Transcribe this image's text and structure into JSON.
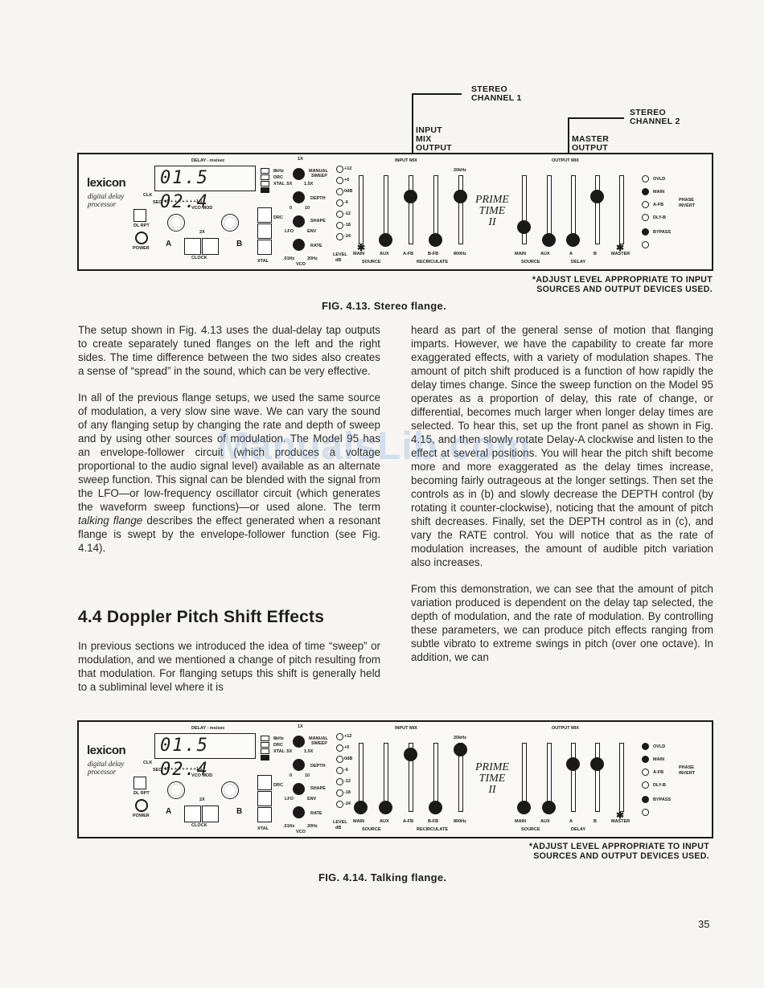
{
  "fig1": {
    "callouts": {
      "stereo1": [
        "STEREO",
        "CHANNEL 1"
      ],
      "stereo2": [
        "STEREO",
        "CHANNEL 2"
      ],
      "input_mix": [
        "INPUT",
        "MIX",
        "OUTPUT"
      ],
      "master": [
        "MASTER",
        "OUTPUT"
      ]
    },
    "note": [
      "*ADJUST LEVEL APPROPRIATE TO INPUT",
      "SOURCES AND OUTPUT DEVICES USED."
    ],
    "caption": "FIG. 4.13. Stereo flange."
  },
  "fig2": {
    "note": [
      "*ADJUST LEVEL APPROPRIATE TO INPUT",
      "SOURCES AND OUTPUT DEVICES USED."
    ],
    "caption": "FIG. 4.14. Talking flange."
  },
  "panel": {
    "brand": "lexicon",
    "brand_sub": [
      "digital delay",
      "processor"
    ],
    "delay_label": "DELAY - ms/sec",
    "display_value": "01.5 02.4",
    "clk": "CLK",
    "sec": "SEC",
    "vco_mod": "VCO MOD",
    "sec_scale": ".5  +  +  +  +  +  +  +1.5",
    "rpt": "DL RPT",
    "power": "POWER",
    "a": "A",
    "b": "B",
    "twox": "2X",
    "x": "X",
    "clock": "CLOCK",
    "drc_labels": [
      "8kHz",
      "DRC",
      "XTAL"
    ],
    "manual_sweep": [
      "MANUAL",
      "SWEEP"
    ],
    "depth": "DEPTH",
    "shape": "SHAPE",
    "env": "ENV",
    "lfo": "LFO",
    "rate": "RATE",
    "vco": "VCO",
    "x1": "1X",
    "x5": ".5X",
    "x15": "1.5X",
    "zero": "0",
    "ten": "10",
    "hz01": ".01Hz",
    "hz20": "20Hz",
    "drc": "DRC",
    "xtal": "XTAL",
    "input_mix": "INPUT MIX",
    "output_mix": "OUTPUT MIX",
    "level": "LEVEL",
    "db": "dB",
    "db_scale": [
      "+12",
      "+6",
      "0dB",
      "-6",
      "-12",
      "-18",
      "-24"
    ],
    "input_faders": [
      "MAIN",
      "AUX",
      "A-FB",
      "B-FB",
      "800Hz"
    ],
    "khz20": "20kHz",
    "source": "SOURCE",
    "recirculate": "RECIRCULATE",
    "prime_time": [
      "PRIME",
      "TIME",
      "II"
    ],
    "output_faders": [
      "MAIN",
      "AUX",
      "A",
      "B",
      "MASTER"
    ],
    "delay": "DELAY",
    "ovld": "OVLD",
    "invert_labels": [
      "MAIN",
      "A-FB",
      "DLY-B"
    ],
    "bypass": "BYPASS",
    "phase_invert": [
      "PHASE",
      "INVERT"
    ]
  },
  "text": {
    "col1_p1": "The setup shown in Fig. 4.13 uses the dual-delay tap outputs to create separately tuned flanges on the left and the right sides. The time difference between the two sides also creates a sense of “spread” in the sound, which can be very effective.",
    "col1_p2a": "In all of the previous flange setups, we used the same source of modulation, a very slow sine wave. We can vary the sound of any flanging setup by changing the rate and depth of sweep and by using other sources of modulation. The Model 95 has an envelope-follower circuit (which produces a voltage proportional to the audio signal level) available as an alternate sweep function. This signal can be blended with the signal from the LFO—or low-frequency oscillator circuit (which generates the waveform sweep functions)—or used alone. The term ",
    "col1_p2_em": "talking flange",
    "col1_p2b": " describes the effect generated when a resonant flange is swept by the envelope-follower function (see Fig. 4.14).",
    "heading": "4.4 Doppler Pitch Shift Effects",
    "col1_p3": "In previous sections we introduced the idea of time “sweep” or modulation, and we mentioned a change of pitch resulting from that modulation. For flanging setups this shift is generally held to a subliminal level where it is",
    "col2_p1": "heard as part of the general sense of motion that flanging imparts. However, we have the capability to create far more exaggerated effects, with a variety of modulation shapes. The amount of pitch shift produced is a function of how rapidly the delay times change. Since the sweep function on the Model 95 operates as a proportion of delay, this rate of change, or differential, becomes much larger when longer delay times are selected. To hear this, set up the front panel as shown in Fig. 4.15, and then slowly rotate Delay-A clockwise and listen to the effect at several positions. You will hear the pitch shift become more and more exaggerated as the delay times increase, becoming fairly outrageous at the longer settings. Then set the controls as in (b) and slowly decrease the DEPTH control (by rotating it counter-clockwise), noticing that the amount of pitch shift decreases. Finally, set the DEPTH control as in (c), and vary the RATE control. You will notice that as the rate of modulation increases, the amount of audible pitch variation also increases.",
    "col2_p2": "From this demonstration, we can see that the amount of pitch variation produced is dependent on the delay tap selected, the depth of modulation, and the rate of modulation. By controlling these parameters, we can produce pitch effects ranging from subtle vibrato to extreme swings in pitch (over one octave). In addition, we can",
    "watermark": "ManualsLib.com",
    "page_number": "35"
  }
}
